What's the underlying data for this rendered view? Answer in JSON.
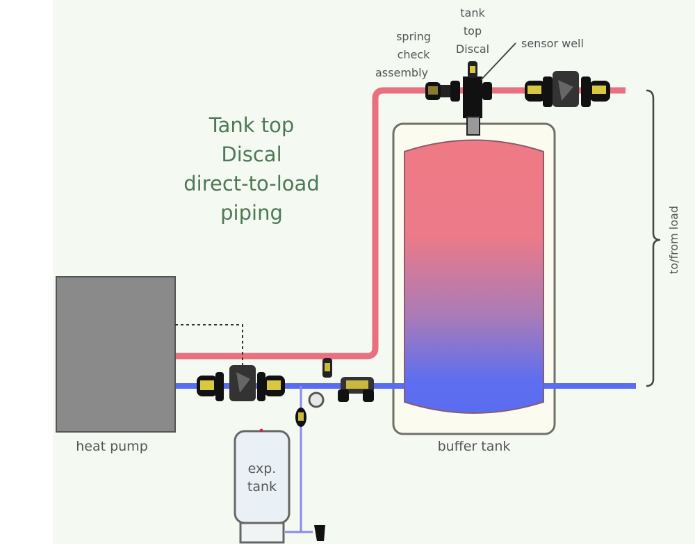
{
  "diagram": {
    "title_lines": [
      "Tank top",
      "Discal",
      "direct-to-load",
      "piping"
    ],
    "labels": {
      "tank_top_discal": [
        "tank",
        "top",
        "Discal"
      ],
      "spring_check": [
        "spring",
        "check",
        "assembly"
      ],
      "sensor_well": "sensor well",
      "to_from_load": "to/from load",
      "heat_pump": "heat pump",
      "buffer_tank": "buffer tank",
      "exp_tank": [
        "exp.",
        "tank"
      ]
    },
    "colors": {
      "supply_pipe": "#e8707f",
      "return_pipe": "#5a6cf0",
      "heat_pump": "#8a8a8a",
      "tank_hot": "#ee7c86",
      "tank_cold": "#5a6cf0",
      "title": "#4d7a55",
      "brass": "#d8c840"
    }
  }
}
